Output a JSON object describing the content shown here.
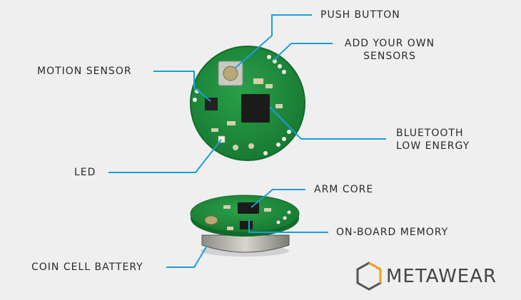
{
  "labels": {
    "push_button": "PUSH BUTTON",
    "add_sensors_line1": "ADD YOUR OWN",
    "add_sensors_line2": "SENSORS",
    "motion_sensor": "MOTION SENSOR",
    "bluetooth_line1": "BLUETOOTH",
    "bluetooth_line2": "LOW ENERGY",
    "led": "LED",
    "arm_core": "ARM CORE",
    "onboard_memory": "ON-BOARD MEMORY",
    "coin_cell_battery": "COIN CELL BATTERY"
  },
  "brand": {
    "name": "METAWEAR",
    "logo_icon": "hexagon-logo-icon"
  },
  "colors": {
    "background": "#efefef",
    "leader_line": "#1a9fd8",
    "pcb_green": "#1f8a3a",
    "chip": "#1b1b1b",
    "text": "#2a2a2a"
  }
}
